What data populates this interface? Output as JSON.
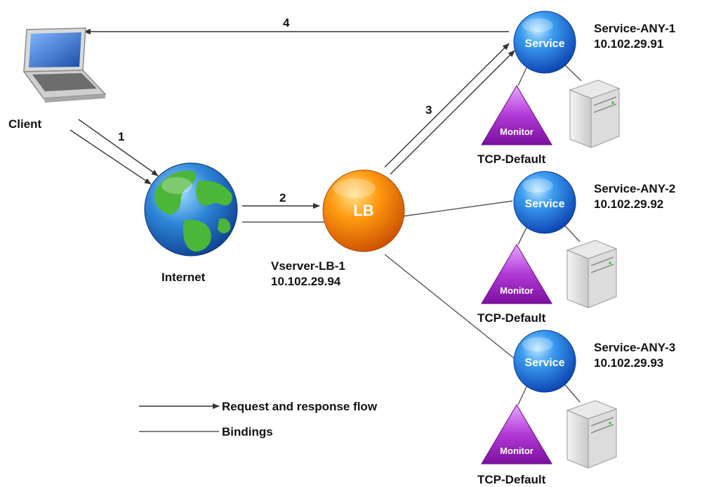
{
  "nodes": {
    "client": {
      "label": "Client"
    },
    "internet": {
      "label": "Internet"
    },
    "vserver": {
      "icon_text": "LB",
      "name": "Vserver-LB-1",
      "ip": "10.102.29.94"
    },
    "services": [
      {
        "icon_text": "Service",
        "name": "Service-ANY-1",
        "ip": "10.102.29.91",
        "monitor_text": "Monitor",
        "monitor_name": "TCP-Default"
      },
      {
        "icon_text": "Service",
        "name": "Service-ANY-2",
        "ip": "10.102.29.92",
        "monitor_text": "Monitor",
        "monitor_name": "TCP-Default"
      },
      {
        "icon_text": "Service",
        "name": "Service-ANY-3",
        "ip": "10.102.29.93",
        "monitor_text": "Monitor",
        "monitor_name": "TCP-Default"
      }
    ]
  },
  "steps": [
    "1",
    "2",
    "3",
    "4"
  ],
  "legend": {
    "flow": "Request and response flow",
    "bindings": "Bindings"
  },
  "colors": {
    "service_blue": "#1a5fd6",
    "lb_orange": "#f07a00",
    "monitor_purple": "#9b1fc0",
    "line": "#555555"
  }
}
